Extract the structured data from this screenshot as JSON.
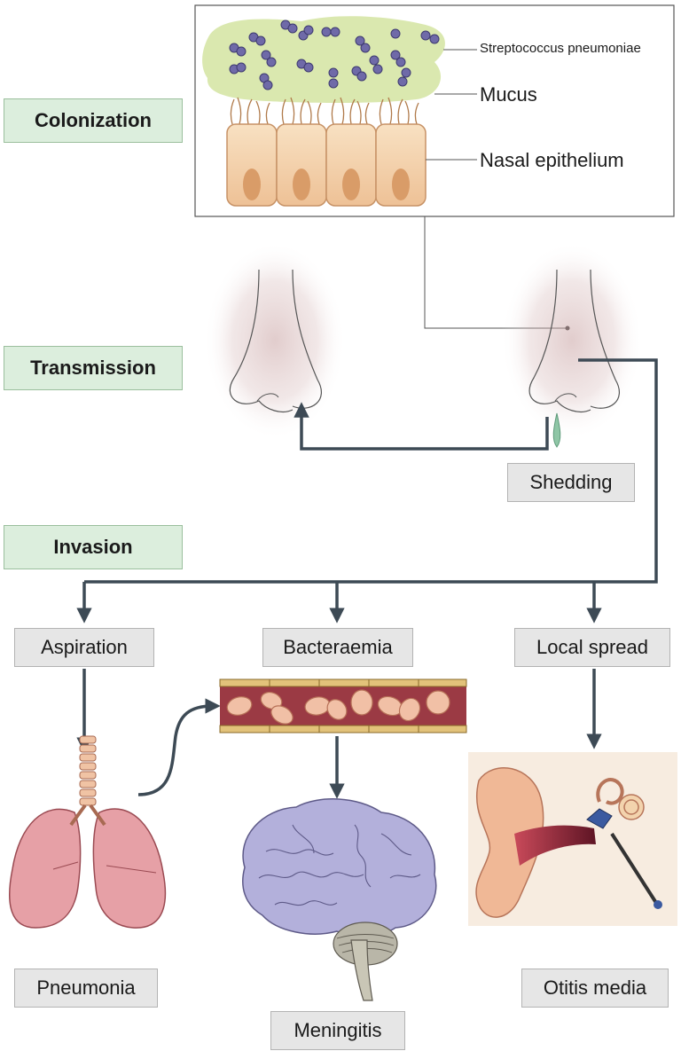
{
  "stages": {
    "colonization": "Colonization",
    "transmission": "Transmission",
    "invasion": "Invasion"
  },
  "inset": {
    "bacteria": "Streptococcus pneumoniae",
    "mucus": "Mucus",
    "epithelium": "Nasal epithelium"
  },
  "labels": {
    "shedding": "Shedding",
    "aspiration": "Aspiration",
    "bacteraemia": "Bacteraemia",
    "local_spread": "Local spread",
    "pneumonia": "Pneumonia",
    "meningitis": "Meningitis",
    "otitis_media": "Otitis media"
  },
  "colors": {
    "stage_fill": "#dceedd",
    "label_fill": "#e6e6e6",
    "arrow": "#3d4a55",
    "mucus": "#d6e6a6",
    "bacteria": "#6f6aa8",
    "epithelium": "#f3d3ad",
    "lung": "#e6a0a6",
    "brain": "#b3b0db",
    "blood_vessel": "#9b3a44"
  }
}
